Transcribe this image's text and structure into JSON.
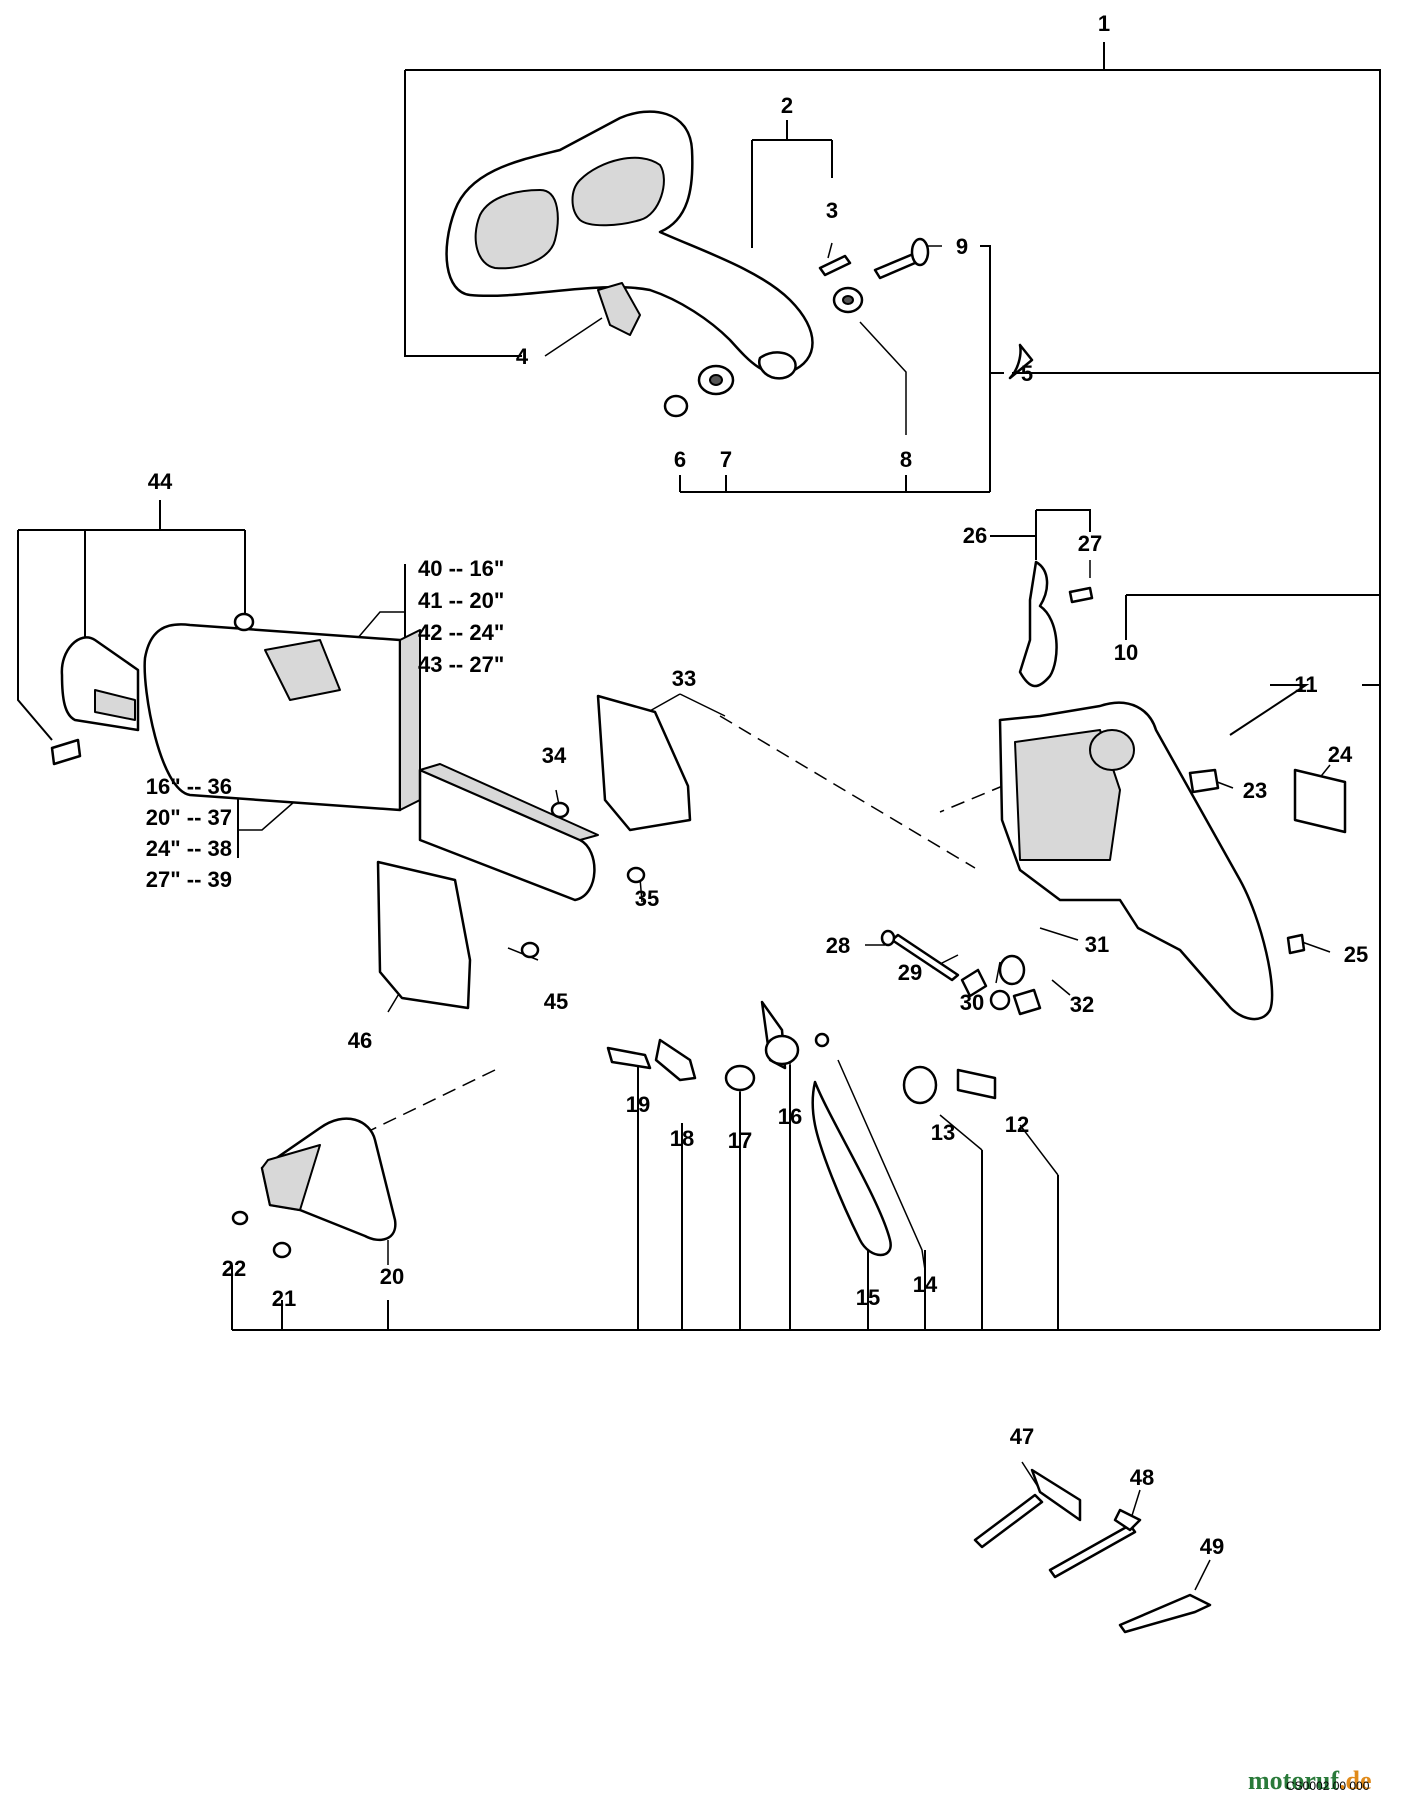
{
  "callouts": {
    "c1": "1",
    "c2": "2",
    "c3": "3",
    "c4": "4",
    "c5": "5",
    "c6": "6",
    "c7": "7",
    "c8": "8",
    "c9": "9",
    "c10": "10",
    "c11": "11",
    "c12": "12",
    "c13": "13",
    "c14": "14",
    "c15": "15",
    "c16": "16",
    "c17": "17",
    "c18": "18",
    "c19": "19",
    "c20": "20",
    "c21": "21",
    "c22": "22",
    "c23": "23",
    "c24": "24",
    "c25": "25",
    "c26": "26",
    "c27": "27",
    "c28": "28",
    "c29": "29",
    "c30": "30",
    "c31": "31",
    "c32": "32",
    "c33": "33",
    "c34": "34",
    "c35": "35",
    "c44": "44",
    "c45": "45",
    "c46": "46",
    "c47": "47",
    "c48": "48",
    "c49": "49"
  },
  "bar_sizes": [
    "40 -- 16\"",
    "41 -- 20\"",
    "42 -- 24\"",
    "43 -- 27\""
  ],
  "chain_sizes": [
    "16\" -- 36",
    "20\" -- 37",
    "24\" -- 38",
    "27\" -- 39"
  ],
  "footer_code": "CS0002 00 000",
  "watermark": {
    "part_a": "motoruf",
    "part_b": ".de"
  }
}
